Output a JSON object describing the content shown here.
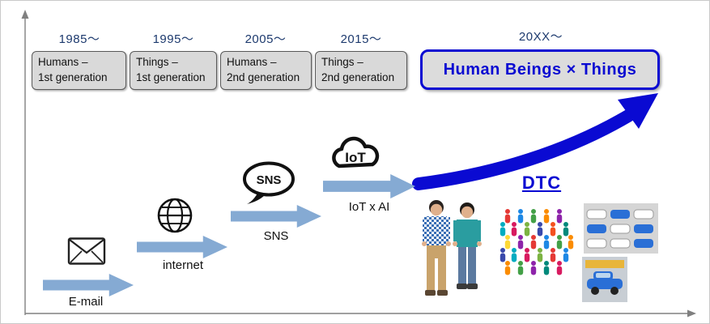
{
  "timeline": {
    "eras": [
      {
        "year": "1985〜",
        "line1": "Humans –",
        "line2": "1st generation"
      },
      {
        "year": "1995〜",
        "line1": "Things –",
        "line2": "1st generation"
      },
      {
        "year": "2005〜",
        "line1": "Humans –",
        "line2": "2nd generation"
      },
      {
        "year": "2015〜",
        "line1": "Things –",
        "line2": "2nd generation"
      }
    ],
    "future": {
      "year": "20XX〜",
      "label": "Human Beings × Things"
    }
  },
  "steps": [
    {
      "label": "E-mail",
      "icon": "envelope-icon"
    },
    {
      "label": "internet",
      "icon": "globe-icon"
    },
    {
      "label": "SNS",
      "icon": "speech-bubble-icon",
      "icon_text": "SNS"
    },
    {
      "label": "IoT x AI",
      "icon": "cloud-icon",
      "icon_text": "IoT"
    }
  ],
  "future_arrow_label": "DTC",
  "colors": {
    "accent_blue": "#0a0ad2",
    "step_arrow_blue": "#85aad3",
    "era_box_gray": "#d9d9d9",
    "year_navy": "#1d3a6e"
  }
}
